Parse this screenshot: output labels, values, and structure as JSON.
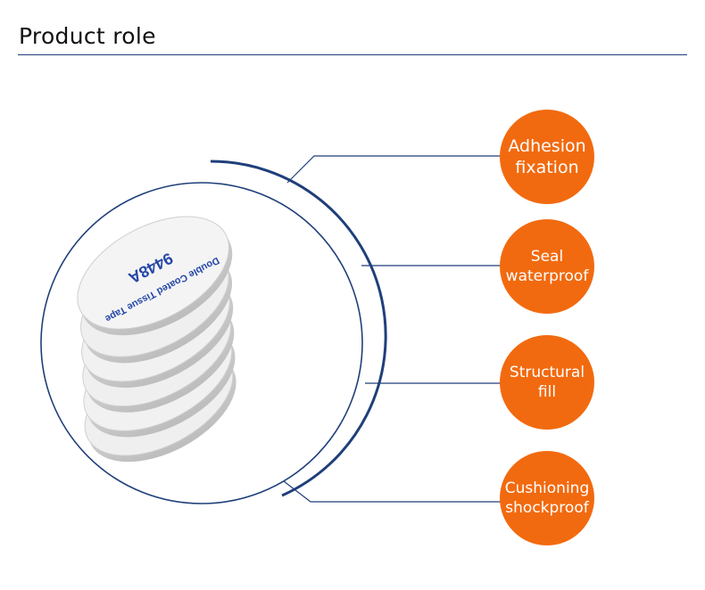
{
  "header": {
    "title": "Product role"
  },
  "colors": {
    "accent": "#f26a0f",
    "line": "#1f3f7a",
    "pad_face": "#ececec",
    "pad_edge": "#c8c8c8",
    "liner_print": "#2447a8"
  },
  "product_image": {
    "liner_texts": [
      "9448A",
      "Double Coated Tissue Tape"
    ]
  },
  "roles": [
    {
      "label": "Adhesion\nfixation"
    },
    {
      "label": "Seal\nwaterproof"
    },
    {
      "label": "Structural\nfill"
    },
    {
      "label": "Cushioning\nshockproof"
    }
  ]
}
